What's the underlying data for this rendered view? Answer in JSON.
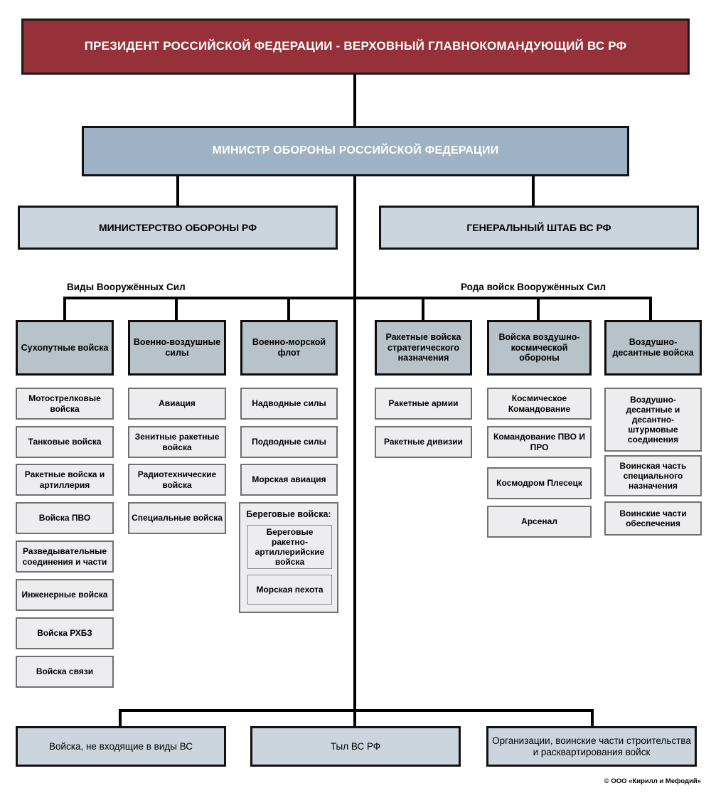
{
  "diagram": {
    "title_top": "ПРЕЗИДЕНТ РОССИЙСКОЙ ФЕДЕРАЦИИ - ВЕРХОВНЫЙ ГЛАВНОКОМАНДУЮЩИЙ ВС РФ",
    "minister": "МИНИСТР ОБОРОНЫ РОССИЙСКОЙ ФЕДЕРАЦИИ",
    "ministry": "МИНИСТЕРСТВО ОБОРОНЫ РФ",
    "general_staff": "ГЕНЕРАЛЬНЫЙ ШТАБ ВС РФ",
    "caption_left": "Виды Вооружённых Сил",
    "caption_right": "Рода войск Вооружённых Сил",
    "copyright": "© ООО «Кирилл и Мефодий»"
  },
  "colors": {
    "president_fill": "#963039",
    "minister_fill": "#9DB2C4",
    "org_fill": "#CCD5DD",
    "branch_fill": "#B7C2C9",
    "sub_fill": "#EDEDEF",
    "border_dark": "#111111",
    "border_gray": "#707070"
  },
  "branches": [
    {
      "head": "Сухопутные войска",
      "items": [
        "Мотострелковые войска",
        "Танковые войска",
        "Ракетные войска и артиллерия",
        "Войска ПВО",
        "Разведывательные соединения и части",
        "Инженерные войска",
        "Войска РХБЗ",
        "Войска связи"
      ]
    },
    {
      "head": "Военно-воздушные силы",
      "items": [
        "Авиация",
        "Зенитные ракетные войска",
        "Радиотехнические войска",
        "Специальные войска"
      ]
    },
    {
      "head": "Военно-морской флот",
      "items": [
        "Надводные силы",
        "Подводные силы",
        "Морская авиация"
      ],
      "group": {
        "title": "Береговые войска:",
        "items": [
          "Береговые ракетно-артиллерийские войска",
          "Морская пехота"
        ]
      }
    },
    {
      "head": "Ракетные войска стратегического назначения",
      "items": [
        "Ракетные армии",
        "Ракетные дивизии"
      ]
    },
    {
      "head": "Войска воздушно-космической обороны",
      "items": [
        "Космическое Командование",
        "Командование ПВО И ПРО",
        "Космодром Плесецк",
        "Арсенал"
      ]
    },
    {
      "head": "Воздушно-десантные войска",
      "items": [
        "Воздушно-десантные и десантно-штурмовые соединения",
        "Воинская часть специального назначения",
        "Воинские части обеспечения"
      ]
    }
  ],
  "bottom": [
    "Войска, не входящие в виды ВС",
    "Тыл ВС РФ",
    "Организации, воинские части строительства и расквартирования войск"
  ]
}
